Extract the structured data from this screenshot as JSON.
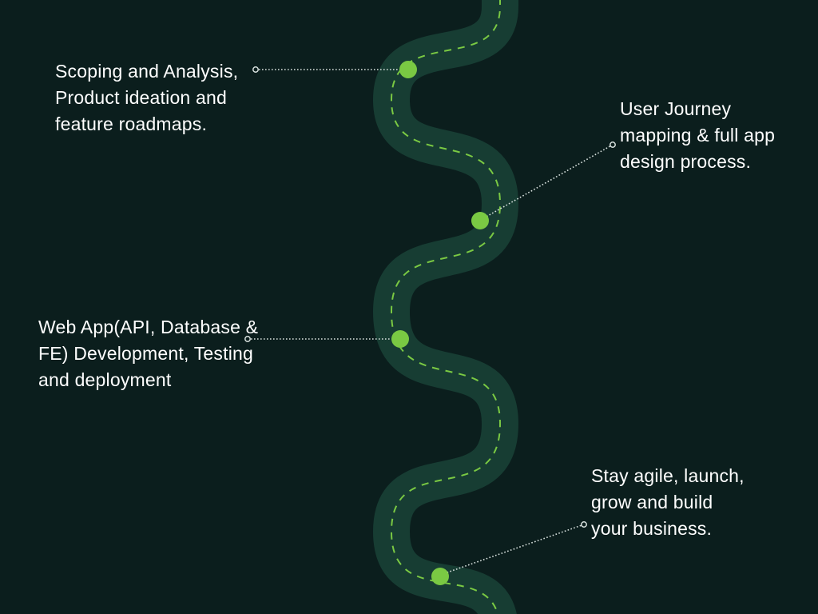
{
  "milestones": [
    {
      "lines": [
        "Scoping and Analysis,",
        "Product ideation and",
        "feature roadmaps."
      ]
    },
    {
      "lines": [
        "User Journey",
        "mapping & full app",
        "design process."
      ]
    },
    {
      "lines": [
        "Web App(API, Database &",
        "FE) Development, Testing",
        "and deployment"
      ]
    },
    {
      "lines": [
        "Stay agile, launch,",
        "grow and build",
        "your business."
      ]
    }
  ],
  "colors": {
    "background": "#0b1e1d",
    "road": "#173d33",
    "lane_marking": "#7ac943",
    "milestone_dot": "#7ac943",
    "connector": "#d9e2df",
    "text": "#ffffff"
  }
}
